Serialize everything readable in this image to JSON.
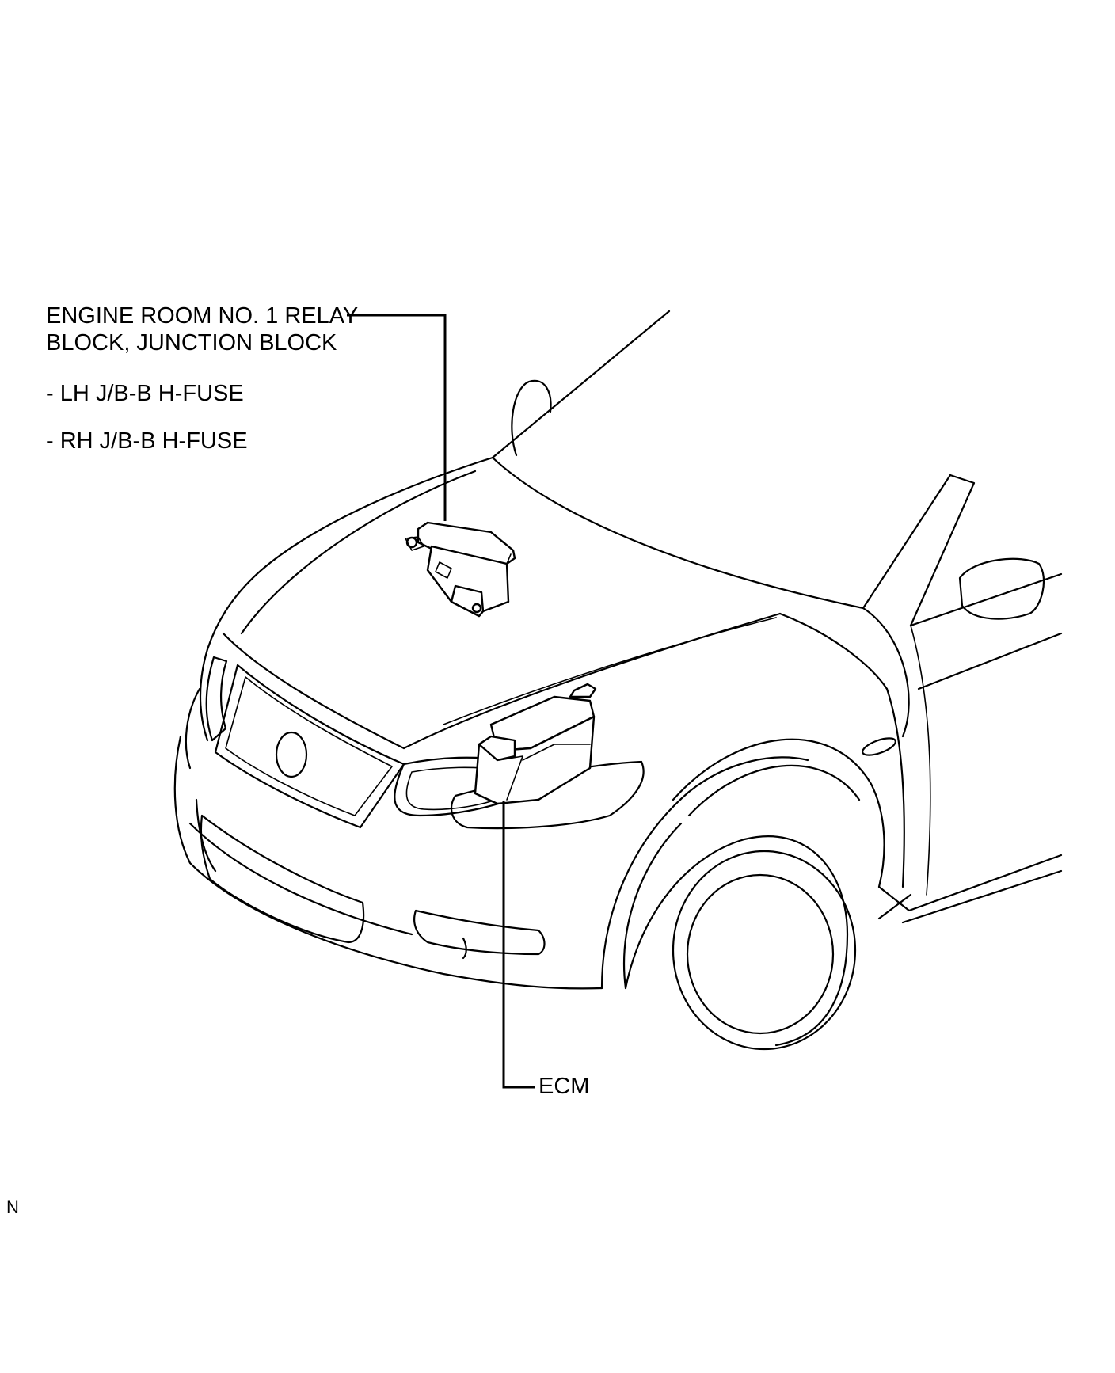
{
  "labels": {
    "relay_block_line1": "ENGINE ROOM NO. 1 RELAY",
    "relay_block_line2": "BLOCK, JUNCTION BLOCK",
    "fuse_lh": "- LH J/B-B H-FUSE",
    "fuse_rh": "- RH J/B-B H-FUSE",
    "ecm": "ECM",
    "corner_code": "N"
  }
}
